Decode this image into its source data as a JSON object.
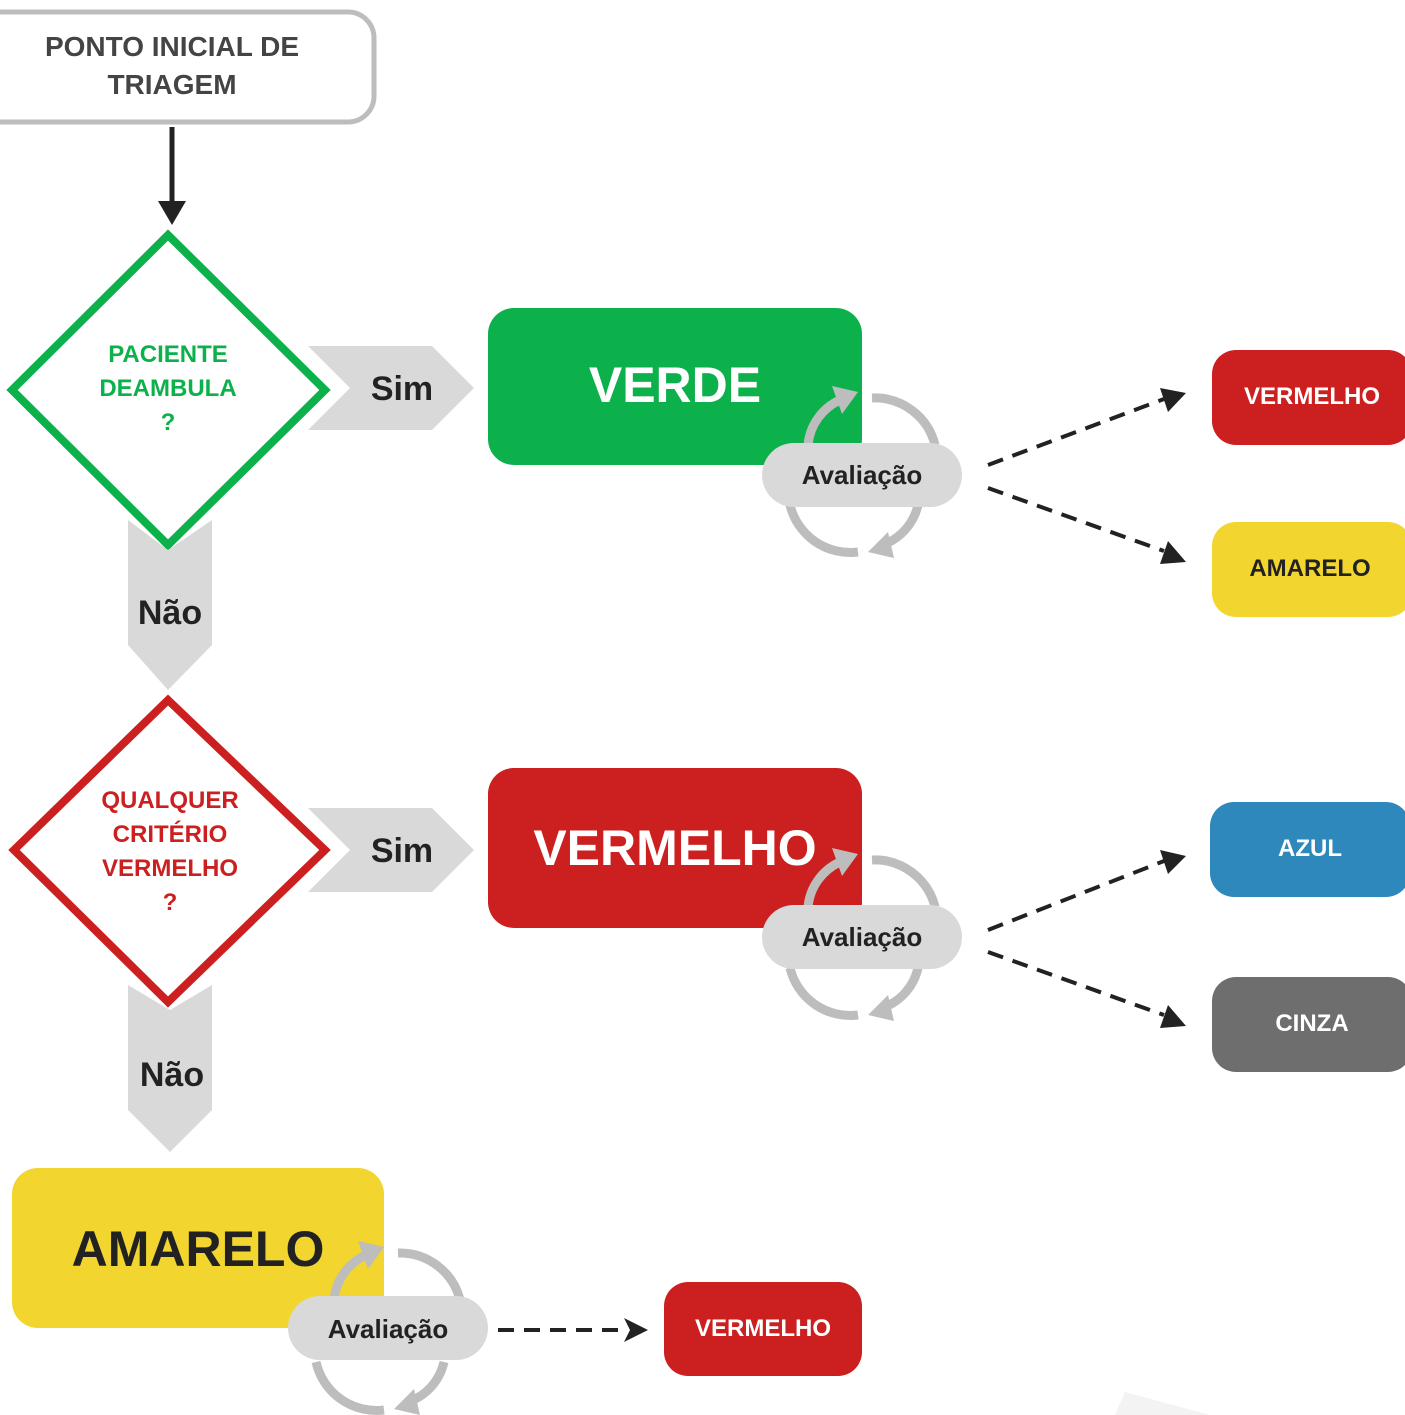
{
  "start": {
    "line1": "PONTO INICIAL DE",
    "line2": "TRIAGEM"
  },
  "decision1": {
    "line1": "PACIENTE",
    "line2": "DEAMBULA",
    "line3": "?",
    "yes": "Sim",
    "no": "Não"
  },
  "decision2": {
    "line1": "QUALQUER",
    "line2": "CRITÉRIO",
    "line3": "VERMELHO",
    "line4": "?",
    "yes": "Sim",
    "no": "Não"
  },
  "results": {
    "verde": "VERDE",
    "vermelho": "VERMELHO",
    "amarelo": "AMARELO"
  },
  "evaluation_label": "Avaliação",
  "outcomes_verde": {
    "a": "VERMELHO",
    "b": "AMARELO"
  },
  "outcomes_vermelho": {
    "a": "AZUL",
    "b": "CINZA"
  },
  "outcome_amarelo": "VERMELHO",
  "colors": {
    "green": "#0db14b",
    "red": "#cc1f1f",
    "yellow": "#f2d52e",
    "blue": "#2e88bb",
    "gray": "#6e6e6e",
    "light_gray": "#d9d9d9",
    "cycle_gray": "#bdbdbd",
    "dark": "#222222"
  }
}
